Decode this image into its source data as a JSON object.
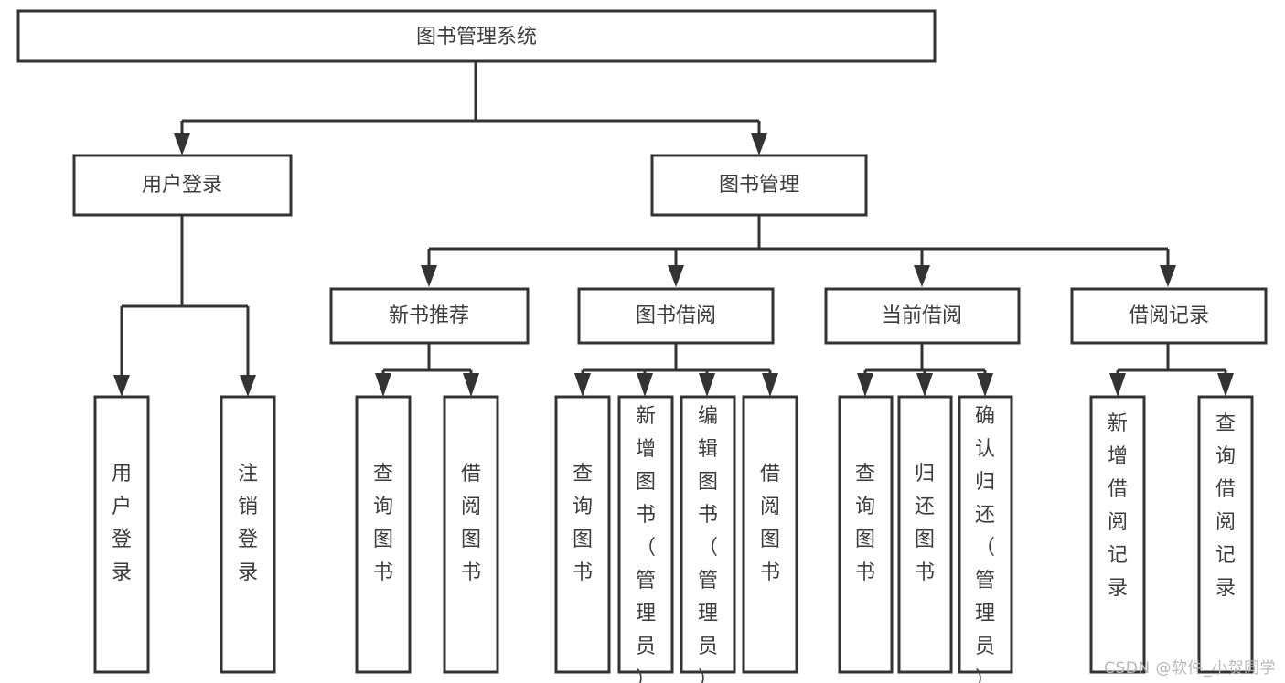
{
  "diagram": {
    "type": "tree",
    "title": "图书管理系统",
    "watermark": "CSDN @软件_小贺同学",
    "colors": {
      "box_stroke": "#333333",
      "box_fill": "#ffffff",
      "text": "#3d3d3d",
      "connector": "#333333",
      "background": "#ffffff",
      "watermark": "#b8b8b8"
    },
    "levels": {
      "root": {
        "label": "图书管理系统"
      },
      "level2": [
        {
          "label": "用户登录"
        },
        {
          "label": "图书管理"
        }
      ],
      "level3": [
        {
          "label": "新书推荐"
        },
        {
          "label": "图书借阅"
        },
        {
          "label": "当前借阅"
        },
        {
          "label": "借阅记录"
        }
      ],
      "leaves": {
        "user_login": [
          {
            "label": "用户登录"
          },
          {
            "label": "注销登录"
          }
        ],
        "new_book_recommend": [
          {
            "label": "查询图书"
          },
          {
            "label": "借阅图书"
          }
        ],
        "book_borrow": [
          {
            "label": "查询图书"
          },
          {
            "label": "新增图书（管理员）"
          },
          {
            "label": "编辑图书（管理员）"
          },
          {
            "label": "借阅图书"
          }
        ],
        "current_borrow": [
          {
            "label": "查询图书"
          },
          {
            "label": "归还图书"
          },
          {
            "label": "确认归还（管理员）"
          }
        ],
        "borrow_records": [
          {
            "label": "新增借阅记录"
          },
          {
            "label": "查询借阅记录"
          }
        ]
      }
    }
  }
}
